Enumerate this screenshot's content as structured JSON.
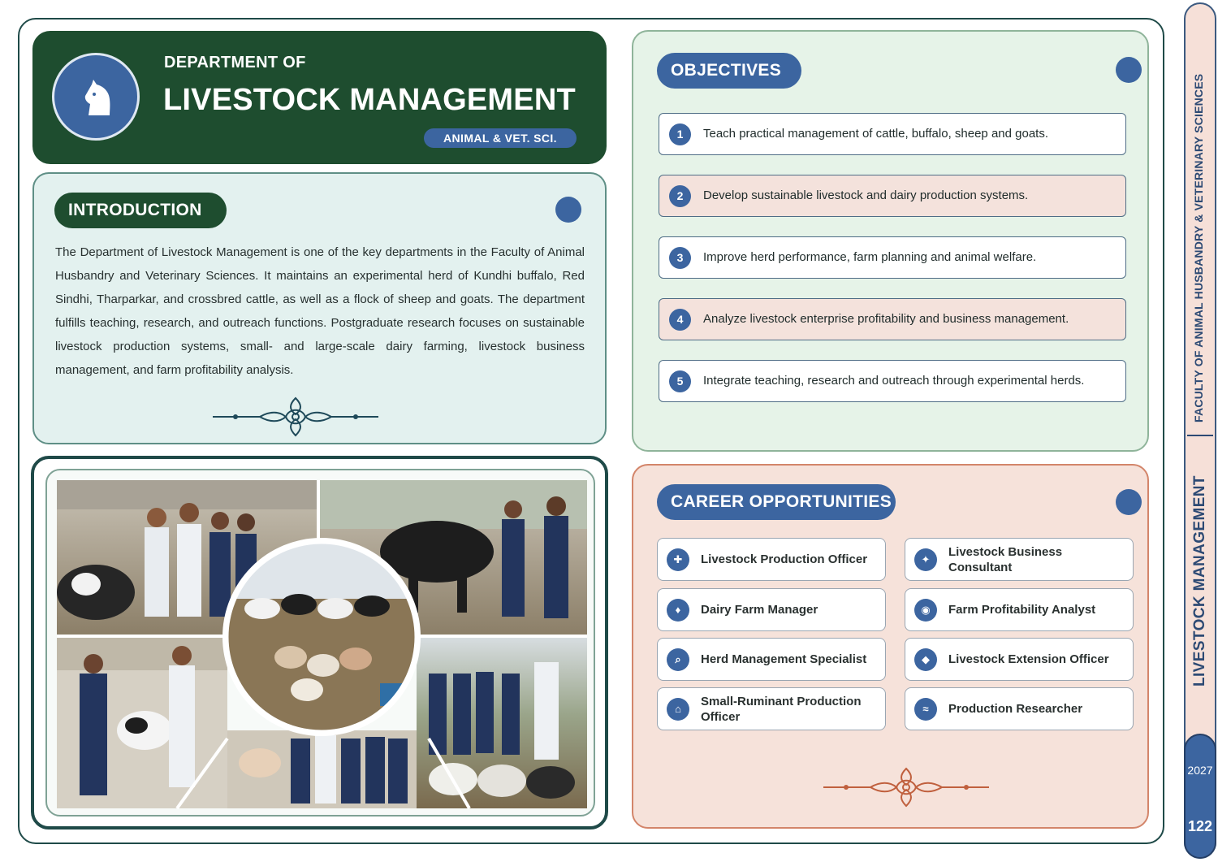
{
  "header": {
    "dept_of": "DEPARTMENT OF",
    "dept_name": "LIVESTOCK MANAGEMENT",
    "tag": "ANIMAL & VET. SCI.",
    "emblem_icon": "horse-head-icon"
  },
  "introduction": {
    "title": "INTRODUCTION",
    "text": "The Department of Livestock Management is one of the key departments in the Faculty of Animal Husbandry and Veterinary Sciences. It maintains an experimental herd of Kundhi buffalo, Red Sindhi, Tharparkar, and crossbred cattle, as well as a flock of sheep and goats. The department fulfills teaching, research, and outreach functions. Postgraduate research focuses on sustainable livestock production systems, small- and large-scale dairy farming, livestock business management, and farm profitability analysis."
  },
  "objectives": {
    "title": "OBJECTIVES",
    "items": [
      {
        "num": "1",
        "text": "Teach practical management of cattle, buffalo, sheep and goats."
      },
      {
        "num": "2",
        "text": "Develop sustainable livestock and dairy production systems."
      },
      {
        "num": "3",
        "text": "Improve herd performance, farm planning and animal welfare."
      },
      {
        "num": "4",
        "text": "Analyze livestock enterprise profitability and business management."
      },
      {
        "num": "5",
        "text": "Integrate teaching, research and outreach through experimental herds."
      }
    ]
  },
  "careers": {
    "title": "CAREER OPPORTUNITIES",
    "items": [
      {
        "label": "Livestock Production Officer",
        "icon": "plus-icon",
        "glyph": "✚"
      },
      {
        "label": "Livestock Business Consultant",
        "icon": "sparkle-icon",
        "glyph": "✦"
      },
      {
        "label": "Dairy Farm Manager",
        "icon": "drop-icon",
        "glyph": "♦"
      },
      {
        "label": "Farm Profitability Analyst",
        "icon": "target-icon",
        "glyph": "◉"
      },
      {
        "label": "Herd Management Specialist",
        "icon": "search-icon",
        "glyph": "⌕"
      },
      {
        "label": "Livestock Extension Officer",
        "icon": "diamond-icon",
        "glyph": "◆"
      },
      {
        "label": "Small-Ruminant Production Officer",
        "icon": "sheep-icon",
        "glyph": "⌂"
      },
      {
        "label": "Production Researcher",
        "icon": "wave-icon",
        "glyph": "≈"
      }
    ]
  },
  "sidebar": {
    "faculty": "FACULTY OF ANIMAL HUSBANDRY & VETERINARY SCIENCES",
    "department": "LIVESTOCK MANAGEMENT",
    "year": "2027",
    "page": "122"
  },
  "colors": {
    "dark_green": "#1e4d2f",
    "accent_blue": "#3c65a0",
    "intro_bg": "#e3f1ef",
    "objectives_bg": "#e6f3e8",
    "careers_bg": "#f6e2da",
    "ornament_teal": "#1f4a5a",
    "ornament_rust": "#c0603e"
  }
}
